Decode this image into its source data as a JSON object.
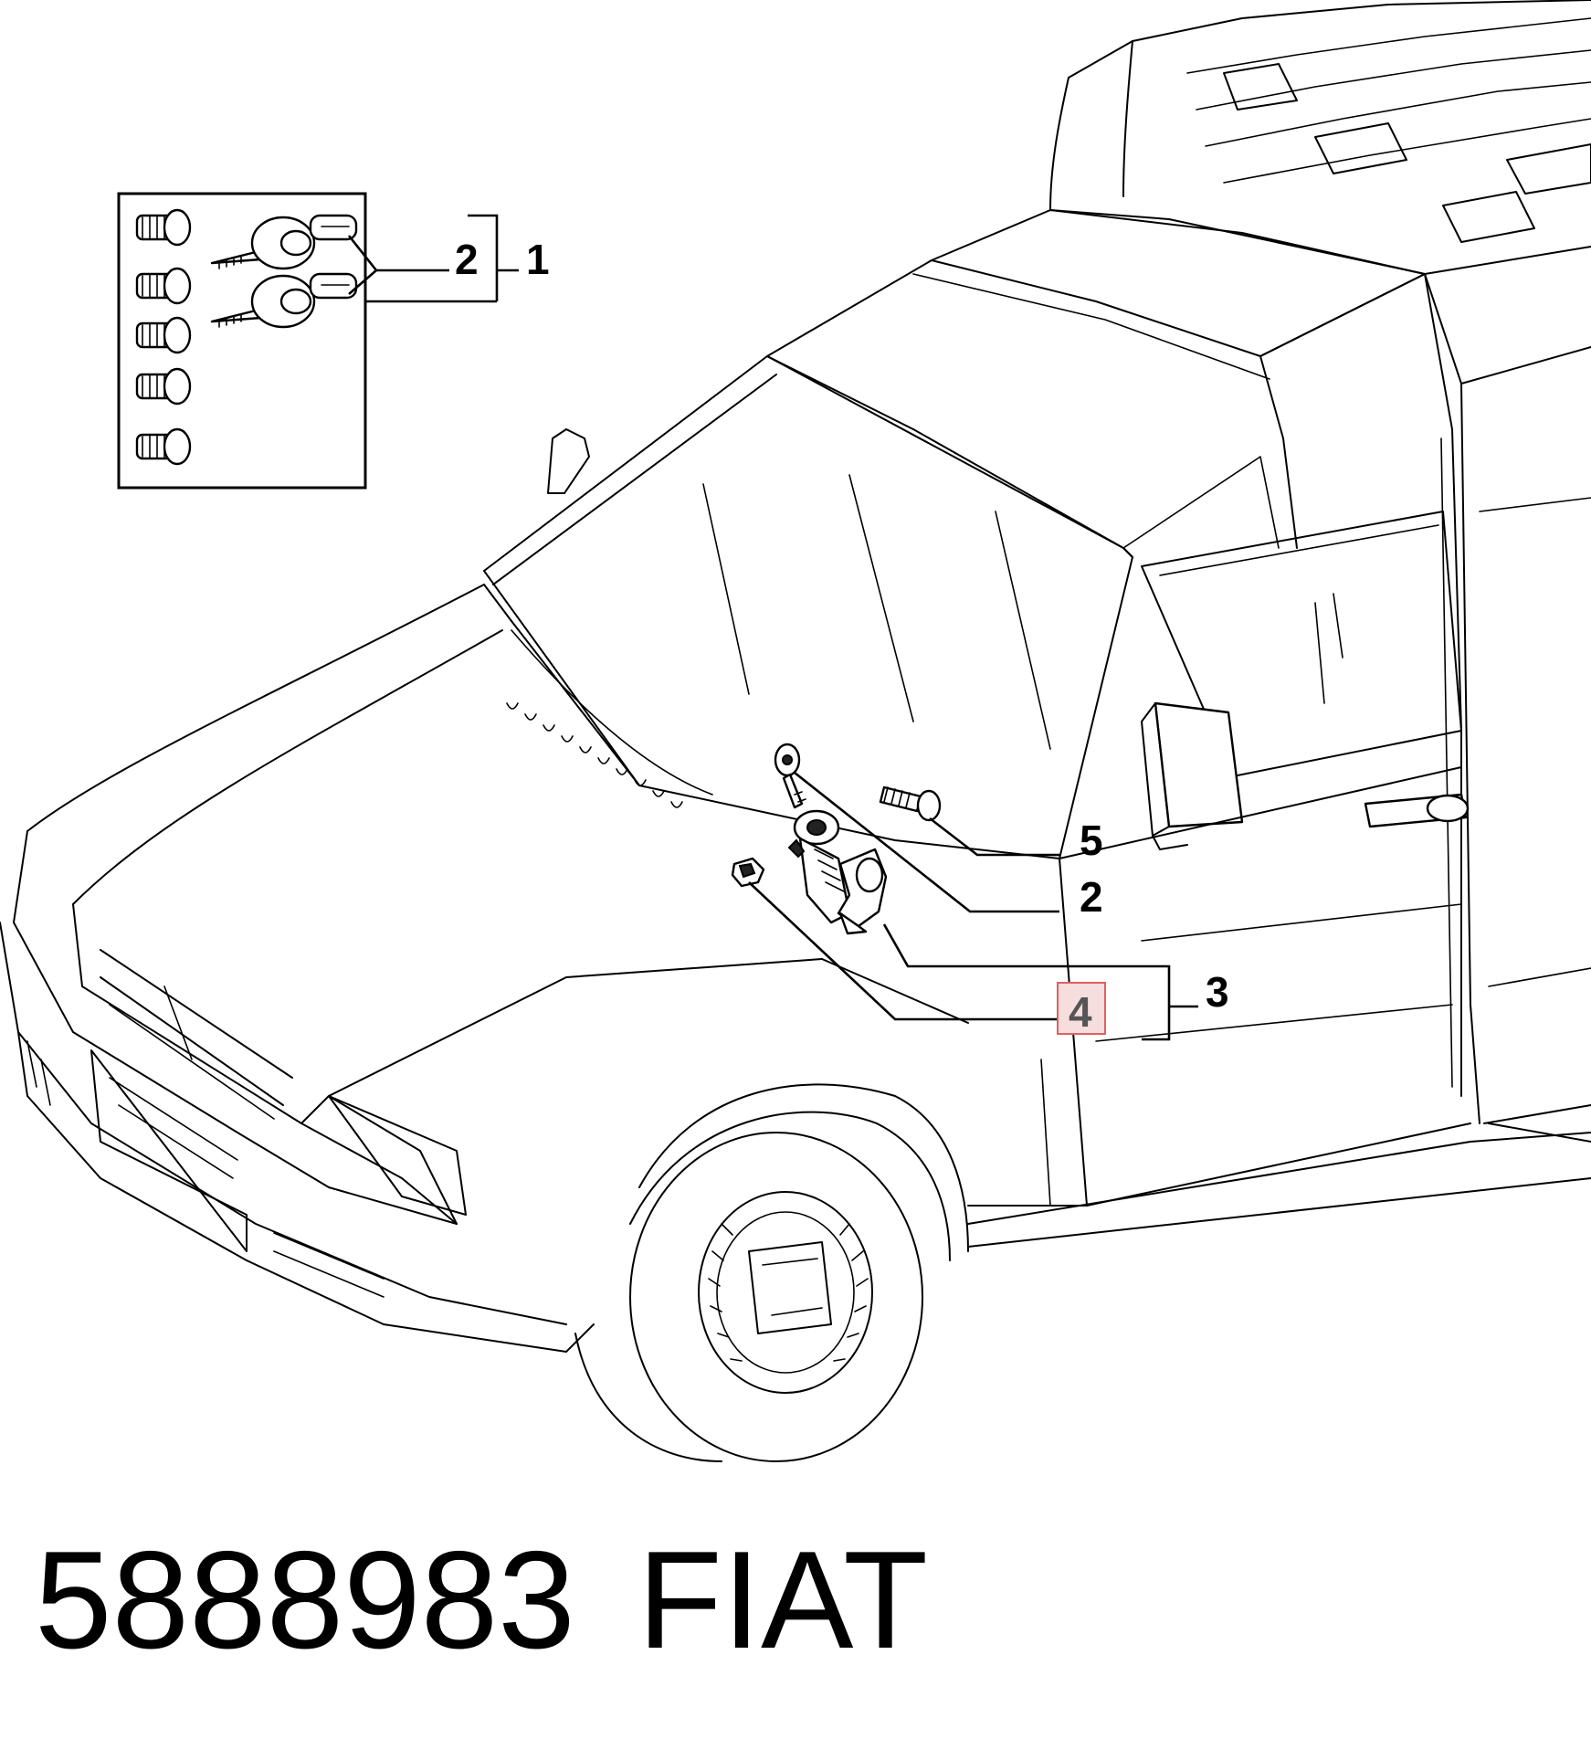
{
  "diagram": {
    "callouts": [
      {
        "id": "callout-1",
        "label": "1"
      },
      {
        "id": "callout-2-inset",
        "label": "2"
      },
      {
        "id": "callout-5",
        "label": "5"
      },
      {
        "id": "callout-2",
        "label": "2"
      },
      {
        "id": "callout-3",
        "label": "3"
      },
      {
        "id": "callout-4",
        "label": "4",
        "highlighted": true
      }
    ],
    "highlight": {
      "fill": "#f7dede",
      "stroke": "#e06060"
    }
  },
  "footer": {
    "part_number": "5888983",
    "brand": "FIAT"
  }
}
